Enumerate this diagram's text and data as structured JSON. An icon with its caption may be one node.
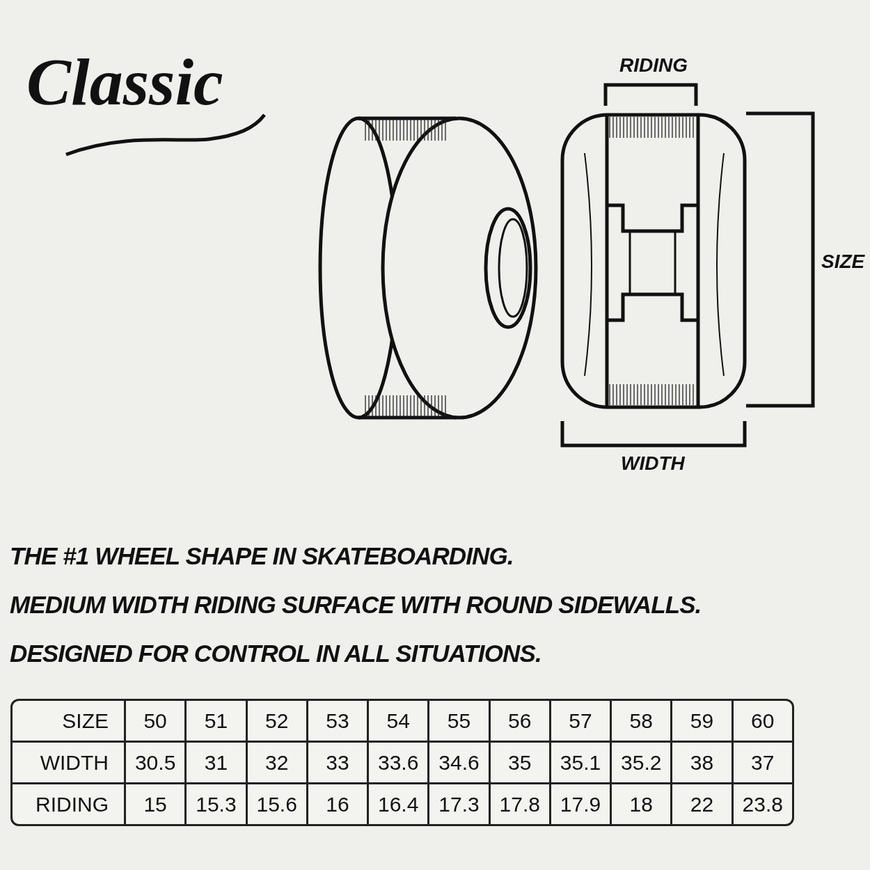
{
  "diagram": {
    "title": "Classic",
    "labels": [
      "RIDING",
      "SIZE",
      "WIDTH",
      "THE #1 WHEEL SHAPE IN SKATEBOARDING.",
      "MEDIUM WIDTH RIDING SURFACE WITH ROUND SIDEWALLS.",
      "DESIGNED FOR CONTROL IN ALL SITUATIONS.",
      "SIZE",
      "50",
      "51",
      "52",
      "53",
      "54",
      "55",
      "56",
      "57",
      "58",
      "59",
      "60",
      "WIDTH",
      "30.5",
      "31",
      "32",
      "33",
      "33.6",
      "34.6",
      "35",
      "35.1",
      "35.2",
      "38",
      "37",
      "RIDING",
      "15",
      "15.3",
      "15.6",
      "16",
      "16.4",
      "17.3",
      "17.8",
      "17.9",
      "18",
      "22",
      "23.8"
    ]
  }
}
